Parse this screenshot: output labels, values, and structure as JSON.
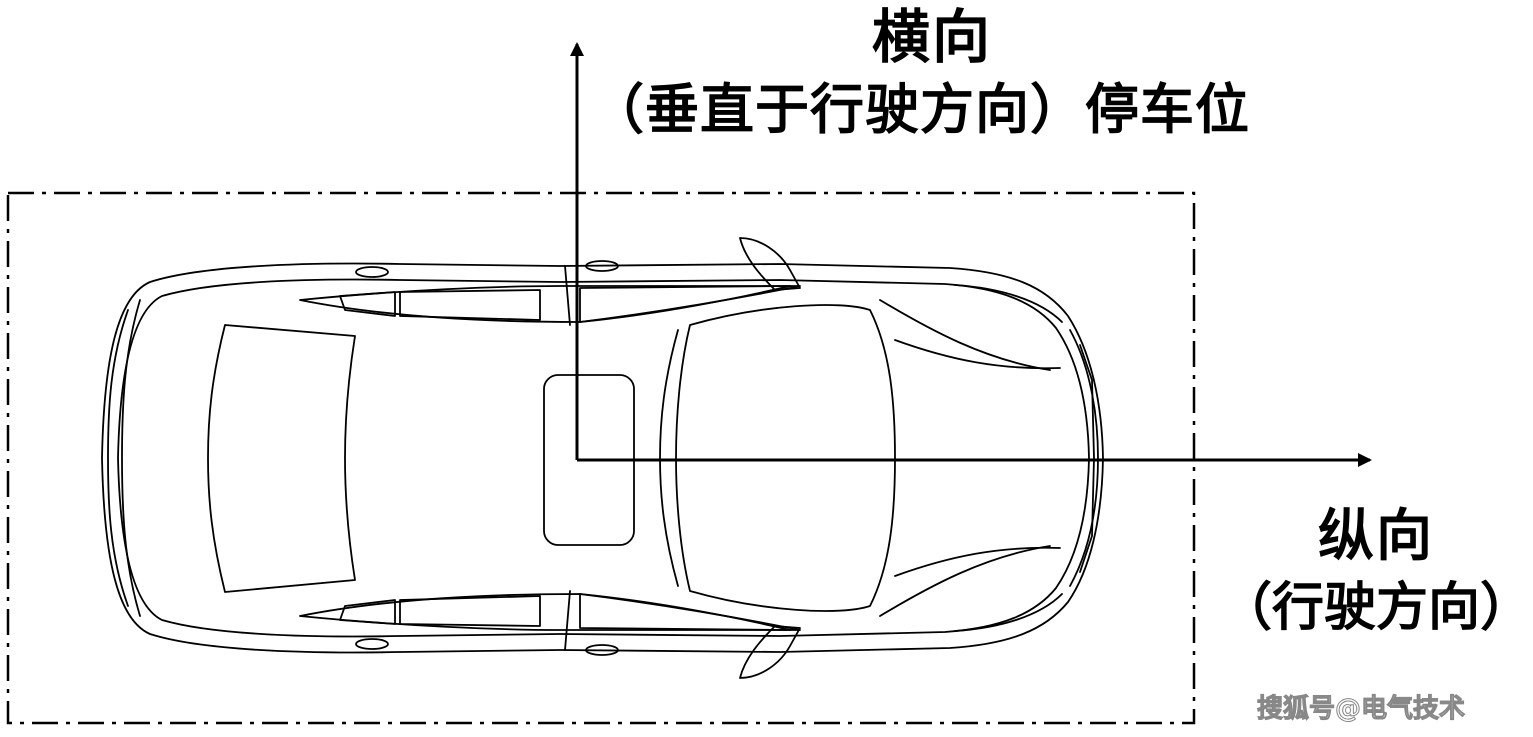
{
  "lateral_axis": {
    "title": "横向",
    "subtitle": "（垂直于行驶方向）停车位"
  },
  "longitudinal_axis": {
    "title": "纵向",
    "subtitle": "（行驶方向）"
  },
  "watermark": "搜狐号@电气技术",
  "colors": {
    "line": "#000000",
    "background": "#ffffff"
  }
}
